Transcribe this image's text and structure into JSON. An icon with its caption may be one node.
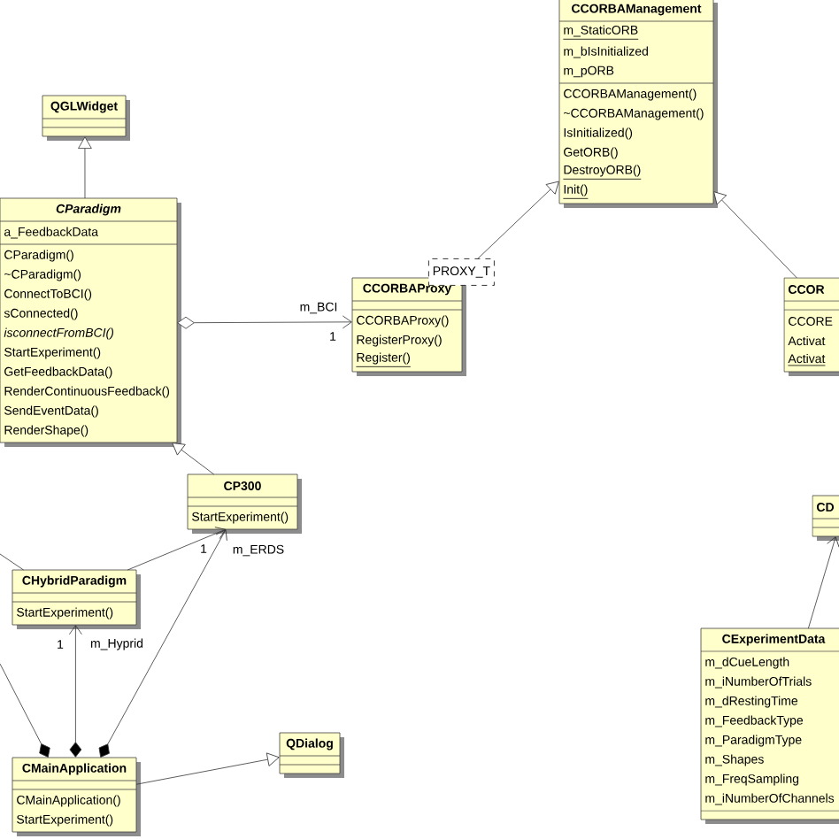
{
  "diagram": {
    "nodes": [
      {
        "text": [
          "CCORBAManagement",
          "m_StaticORB",
          "m_bIsInitialized",
          "m_pORB",
          "CCORBAManagement()",
          "~CCORBAManagement()",
          "IsInitialized()",
          "GetORB()",
          "DestroyORB()",
          "Init()"
        ]
      },
      {
        "text": [
          "QGLWidget"
        ]
      },
      {
        "text": [
          "CParadigm",
          "a_FeedbackData",
          "CParadigm()",
          "~CParadigm()",
          "ConnectToBCI()",
          "sConnected()",
          "isconnectFromBCI()",
          "StartExperiment()",
          "GetFeedbackData()",
          "RenderContinuousFeedback()",
          "SendEventData()",
          "RenderShape()"
        ]
      },
      {
        "text": [
          "PROXY_T"
        ]
      },
      {
        "text": [
          "CCORBAProxy",
          "CCORBAProxy()",
          "RegisterProxy()",
          "Register()"
        ]
      },
      {
        "text": [
          "CCOR",
          "CCORE",
          "Activat",
          "Activat"
        ]
      },
      {
        "text": [
          "CP300",
          "StartExperiment()"
        ]
      },
      {
        "text": [
          "CHybridParadigm",
          "StartExperiment()"
        ]
      },
      {
        "text": [
          "CD"
        ]
      },
      {
        "text": [
          "CExperimentData",
          "m_dCueLength",
          "m_iNumberOfTrials",
          "m_dRestingTime",
          "m_FeedbackType",
          "m_ParadigmType",
          "m_Shapes",
          "m_FreqSampling",
          "m_iNumberOfChannels"
        ]
      },
      {
        "text": [
          "CMainApplication",
          "CMainApplication()",
          "StartExperiment()"
        ]
      },
      {
        "text": [
          "QDialog"
        ]
      }
    ],
    "edges": [
      {
        "from": 2,
        "to": 1,
        "arrow": "to"
      },
      {
        "from": 2,
        "to": 4,
        "arrow": "to",
        "label": "m_BCI"
      },
      {
        "from": 3,
        "to": 0,
        "arrow": "to"
      },
      {
        "from": 5,
        "to": 0,
        "arrow": "to"
      },
      {
        "from": 6,
        "to": 2,
        "arrow": "to"
      },
      {
        "from": 7,
        "to": 6,
        "arrow": "to"
      },
      {
        "from": 10,
        "to": 7,
        "arrow": "to",
        "label": "m_Hyprid"
      },
      {
        "from": 10,
        "to": 6,
        "arrow": "to",
        "label": "m_ERDS"
      },
      {
        "from": 10,
        "to": 11,
        "arrow": "to"
      },
      {
        "from": 9,
        "to": 8,
        "arrow": "to"
      },
      {
        "from": 7,
        "to": null,
        "arrow": "none"
      },
      {
        "from": null,
        "to": 10,
        "arrow": "other"
      }
    ],
    "labels": [
      "1",
      "1",
      "1"
    ]
  }
}
